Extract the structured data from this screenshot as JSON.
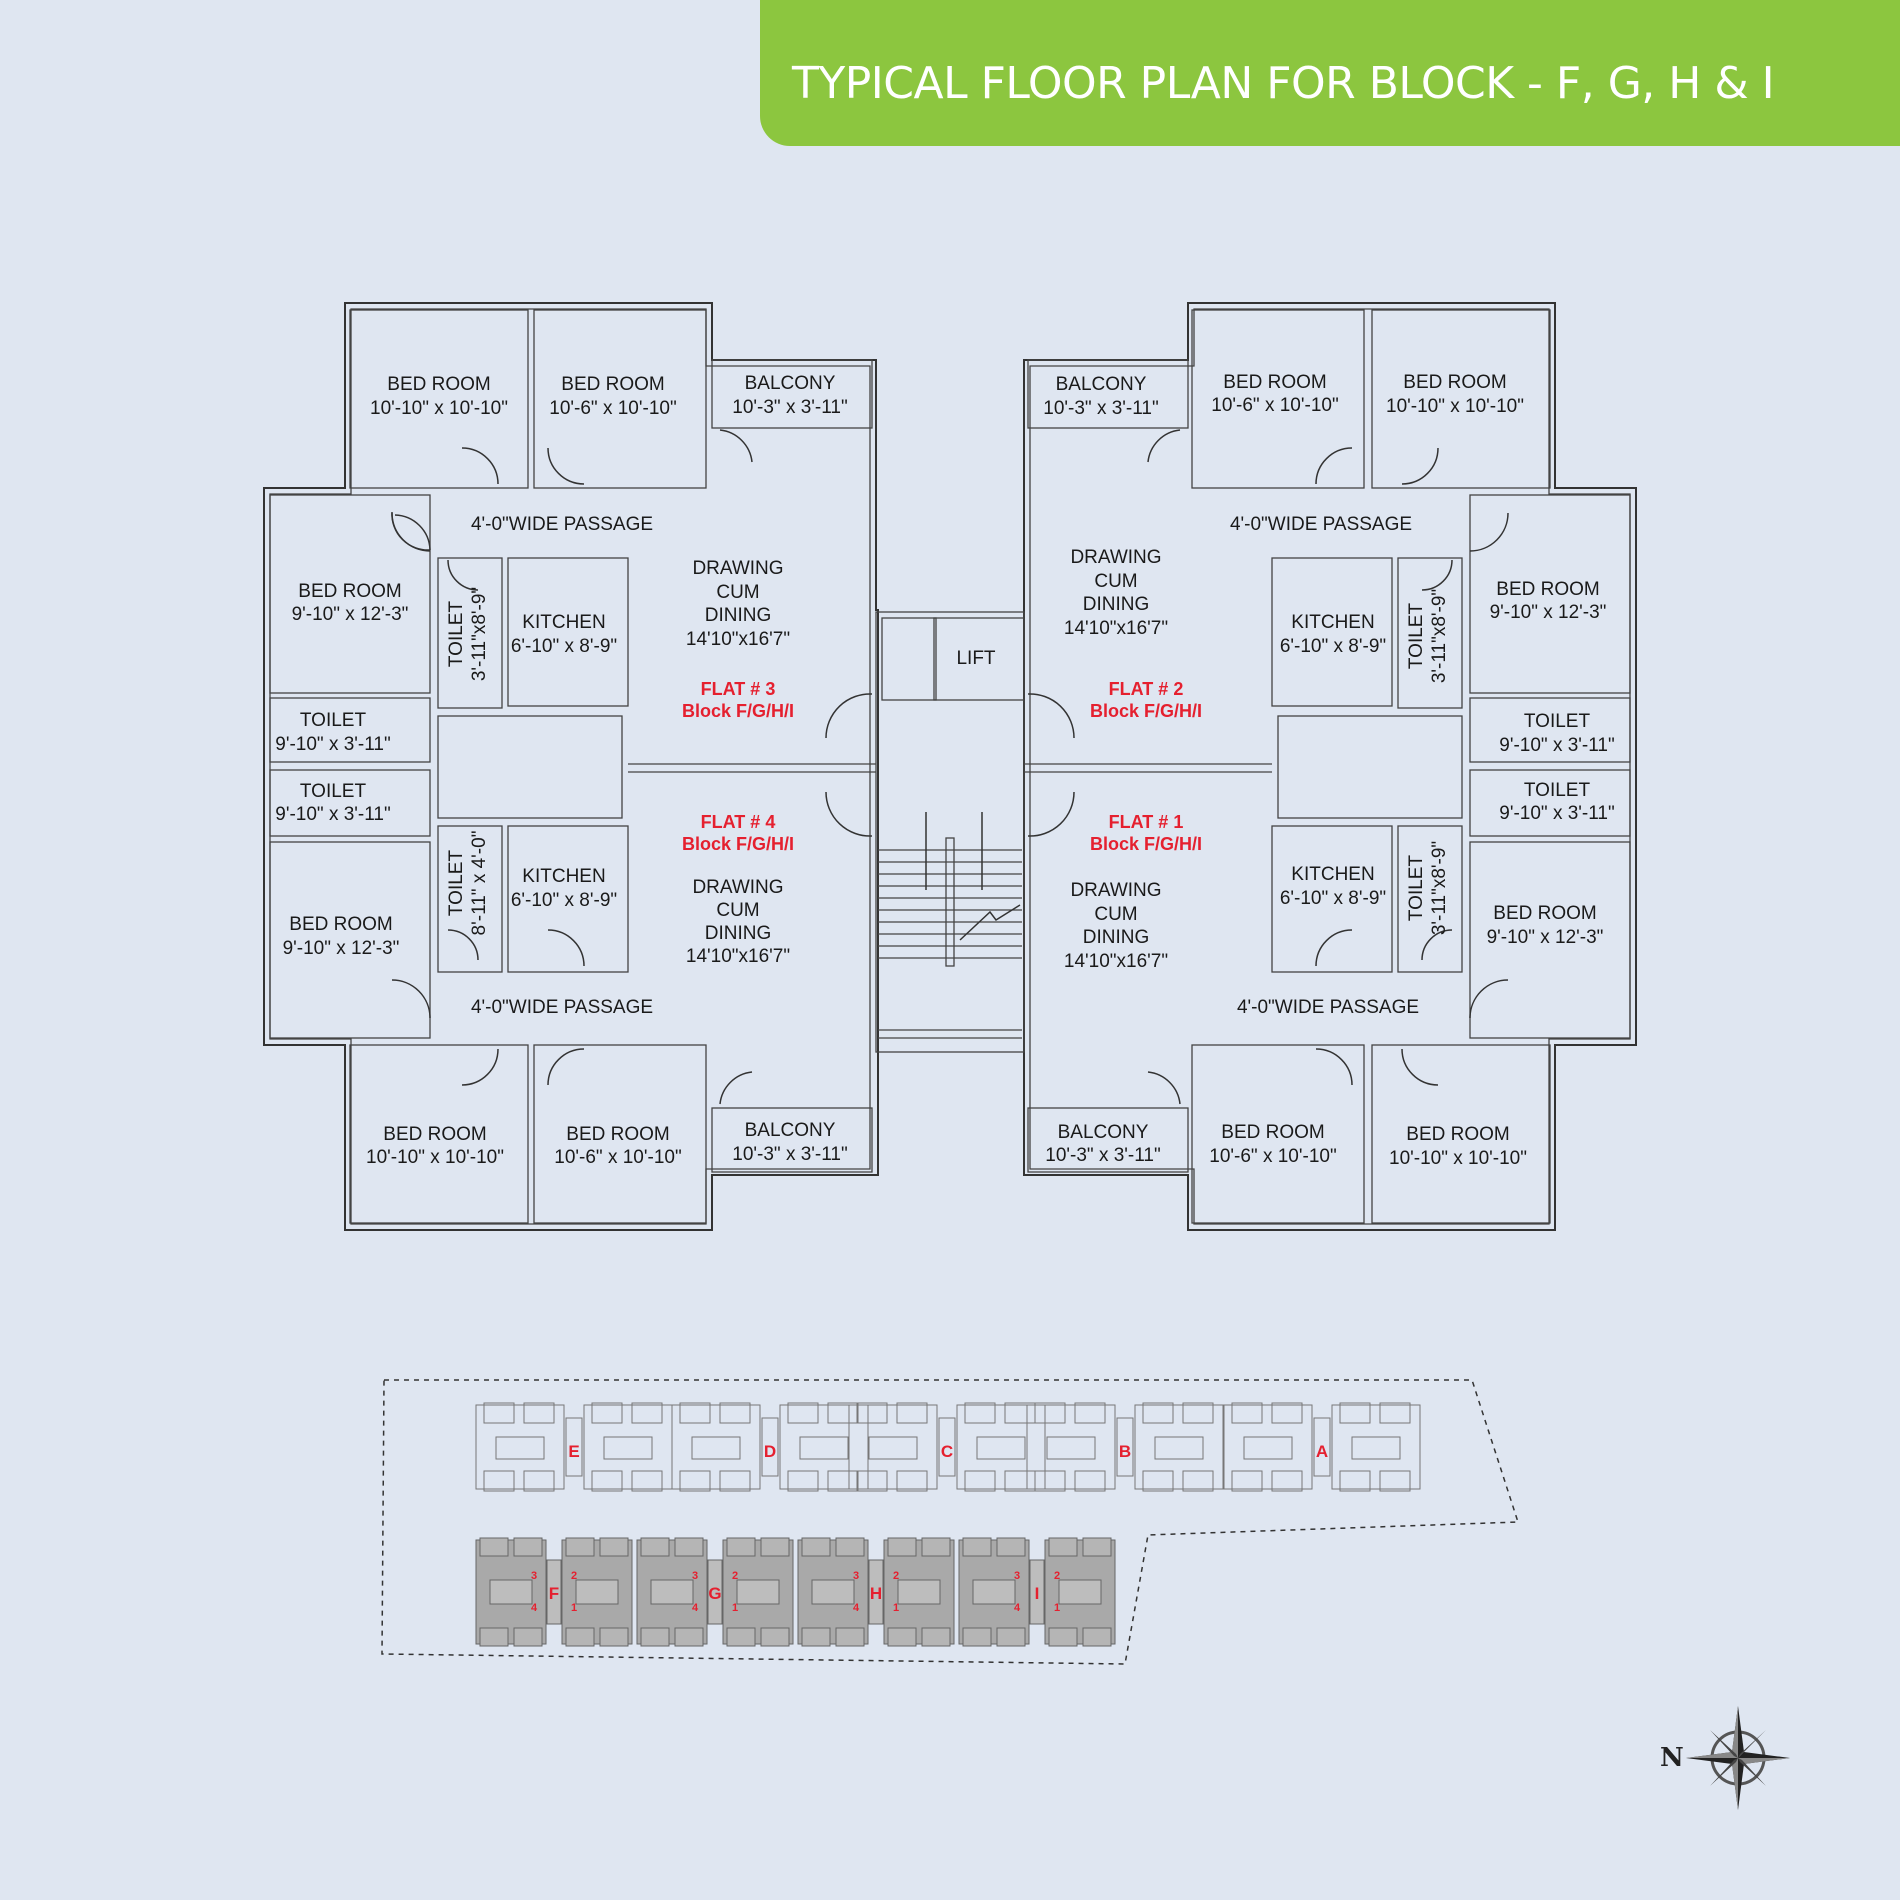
{
  "header": {
    "title": "TYPICAL FLOOR PLAN FOR BLOCK - F, G, H & I"
  },
  "plan": {
    "flats": [
      {
        "id": "flat3",
        "line1": "FLAT # 3",
        "line2": "Block F/G/H/I"
      },
      {
        "id": "flat2",
        "line1": "FLAT # 2",
        "line2": "Block F/G/H/I"
      },
      {
        "id": "flat4",
        "line1": "FLAT # 4",
        "line2": "Block F/G/H/I"
      },
      {
        "id": "flat1",
        "line1": "FLAT # 1",
        "line2": "Block F/G/H/I"
      }
    ],
    "rooms": [
      {
        "id": "r1",
        "lines": [
          "BED ROOM",
          "10'-10\" x 10'-10\""
        ]
      },
      {
        "id": "r2",
        "lines": [
          "BED ROOM",
          "10'-6\" x 10'-10\""
        ]
      },
      {
        "id": "r3",
        "lines": [
          "BALCONY",
          "10'-3\" x 3'-11\""
        ]
      },
      {
        "id": "r4",
        "lines": [
          "4'-0\"WIDE PASSAGE"
        ]
      },
      {
        "id": "r5",
        "lines": [
          "BED ROOM",
          "9'-10\" x 12'-3\""
        ]
      },
      {
        "id": "r6",
        "lines": [
          "KITCHEN",
          "6'-10\" x 8'-9\""
        ]
      },
      {
        "id": "r7",
        "lines": [
          "DRAWING",
          "CUM",
          "DINING",
          "14'10\"x16'7\""
        ]
      },
      {
        "id": "r8",
        "lines": [
          "TOILET",
          "9'-10\" x 3'-11\""
        ]
      },
      {
        "id": "r9",
        "lines": [
          "TOILET",
          "9'-10\" x 3'-11\""
        ]
      },
      {
        "id": "r10",
        "lines": [
          "KITCHEN",
          "6'-10\" x 8'-9\""
        ]
      },
      {
        "id": "r11",
        "lines": [
          "DRAWING",
          "CUM",
          "DINING",
          "14'10\"x16'7\""
        ]
      },
      {
        "id": "r12",
        "lines": [
          "BED ROOM",
          "9'-10\" x 12'-3\""
        ]
      },
      {
        "id": "r13",
        "lines": [
          "4'-0\"WIDE PASSAGE"
        ]
      },
      {
        "id": "r14",
        "lines": [
          "BED ROOM",
          "10'-10\" x 10'-10\""
        ]
      },
      {
        "id": "r15",
        "lines": [
          "BED ROOM",
          "10'-6\" x 10'-10\""
        ]
      },
      {
        "id": "r16",
        "lines": [
          "BALCONY",
          "10'-3\" x 3'-11\""
        ]
      },
      {
        "id": "r17",
        "lines": [
          "BALCONY",
          "10'-3\" x 3'-11\""
        ]
      },
      {
        "id": "r18",
        "lines": [
          "BED ROOM",
          "10'-6\" x 10'-10\""
        ]
      },
      {
        "id": "r19",
        "lines": [
          "BED ROOM",
          "10'-10\" x 10'-10\""
        ]
      },
      {
        "id": "r20",
        "lines": [
          "DRAWING",
          "CUM",
          "DINING",
          "14'10\"x16'7\""
        ]
      },
      {
        "id": "r21",
        "lines": [
          "4'-0\"WIDE PASSAGE"
        ]
      },
      {
        "id": "r22",
        "lines": [
          "KITCHEN",
          "6'-10\" x 8'-9\""
        ]
      },
      {
        "id": "r23",
        "lines": [
          "BED ROOM",
          "9'-10\" x 12'-3\""
        ]
      },
      {
        "id": "r24",
        "lines": [
          "TOILET",
          "9'-10\" x 3'-11\""
        ]
      },
      {
        "id": "r25",
        "lines": [
          "TOILET",
          "9'-10\" x 3'-11\""
        ]
      },
      {
        "id": "r26",
        "lines": [
          "KITCHEN",
          "6'-10\" x 8'-9\""
        ]
      },
      {
        "id": "r27",
        "lines": [
          "BED ROOM",
          "9'-10\" x 12'-3\""
        ]
      },
      {
        "id": "r28",
        "lines": [
          "DRAWING",
          "CUM",
          "DINING",
          "14'10\"x16'7\""
        ]
      },
      {
        "id": "r29",
        "lines": [
          "4'-0\"WIDE PASSAGE"
        ]
      },
      {
        "id": "r30",
        "lines": [
          "BALCONY",
          "10'-3\" x 3'-11\""
        ]
      },
      {
        "id": "r31",
        "lines": [
          "BED ROOM",
          "10'-6\" x 10'-10\""
        ]
      },
      {
        "id": "r32",
        "lines": [
          "BED ROOM",
          "10'-10\" x 10'-10\""
        ]
      }
    ],
    "vertical_toilets": [
      {
        "id": "t1",
        "line1": "TOILET",
        "line2": "3'-11\"x8'-9\""
      },
      {
        "id": "t2",
        "line1": "TOILET",
        "line2": "8'-11\" x 4'-0\""
      },
      {
        "id": "t3",
        "line1": "TOILET",
        "line2": "3'-11\"x8'-9\""
      },
      {
        "id": "t4",
        "line1": "TOILET",
        "line2": "3'-11\"x8'-9\""
      }
    ],
    "lift_label": "LIFT"
  },
  "site_plan": {
    "top_row_blocks": [
      "E",
      "D",
      "C",
      "B",
      "A"
    ],
    "bottom_row_blocks": [
      "F",
      "G",
      "H",
      "I"
    ],
    "flat_numbers": [
      "3",
      "2",
      "4",
      "1"
    ],
    "highlight_color": "#e5202f"
  },
  "compass": {
    "label": "N"
  },
  "colors": {
    "background": "#dfe6f1",
    "banner": "#8cc63f",
    "flat_label": "#e5202f"
  }
}
